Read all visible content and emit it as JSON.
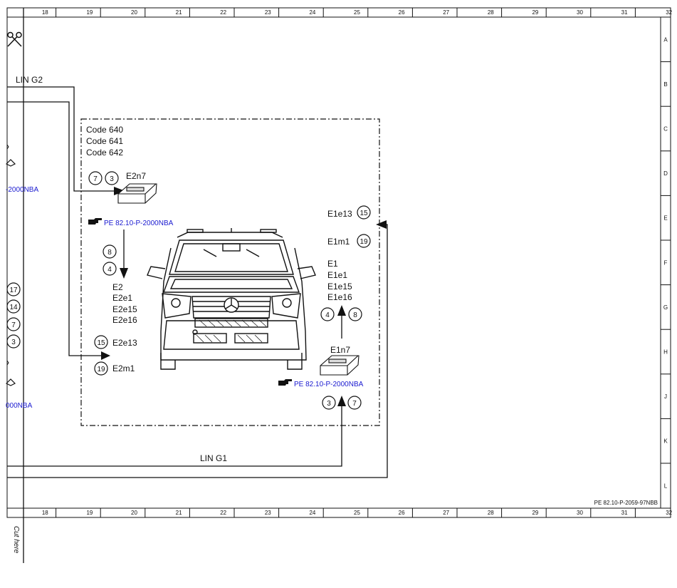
{
  "page_ref": "PE 82.10-P-2059-97NBB",
  "cut_here": "Cut here",
  "columns": [
    "18",
    "19",
    "20",
    "21",
    "22",
    "23",
    "24",
    "25",
    "26",
    "27",
    "28",
    "29",
    "30",
    "31",
    "32"
  ],
  "rows": [
    "A",
    "B",
    "C",
    "D",
    "E",
    "F",
    "G",
    "H",
    "J",
    "K",
    "L"
  ],
  "bus": {
    "lin_g2": "LIN G2",
    "lin_g1": "LIN G1"
  },
  "codes": [
    "Code 640",
    "Code 641",
    "Code 642"
  ],
  "left_unit": {
    "name": "E2n7",
    "pins_top": [
      "7",
      "3"
    ],
    "ref": "PE 82.10-P-2000NBA",
    "pins_arrow": [
      "8",
      "4"
    ],
    "outputs": [
      "E2",
      "E2e1",
      "E2e15",
      "E2e16"
    ],
    "pin_e2e13": "15",
    "out_e2e13": "E2e13",
    "pin_e2m1": "19",
    "out_e2m1": "E2m1"
  },
  "right_unit": {
    "name": "E1n7",
    "pin_e1e13": "15",
    "out_e1e13": "E1e13",
    "pin_e1m1": "19",
    "out_e1m1": "E1m1",
    "outputs": [
      "E1",
      "E1e1",
      "E1e15",
      "E1e16"
    ],
    "pins_arrow": [
      "4",
      "8"
    ],
    "ref": "PE 82.10-P-2000NBA",
    "pins_bottom": [
      "3",
      "7"
    ]
  },
  "edge_left": {
    "pins": [
      "17",
      "14",
      "7",
      "3"
    ],
    "ref_top": "-2000NBA",
    "ref_bottom": "000NBA"
  }
}
